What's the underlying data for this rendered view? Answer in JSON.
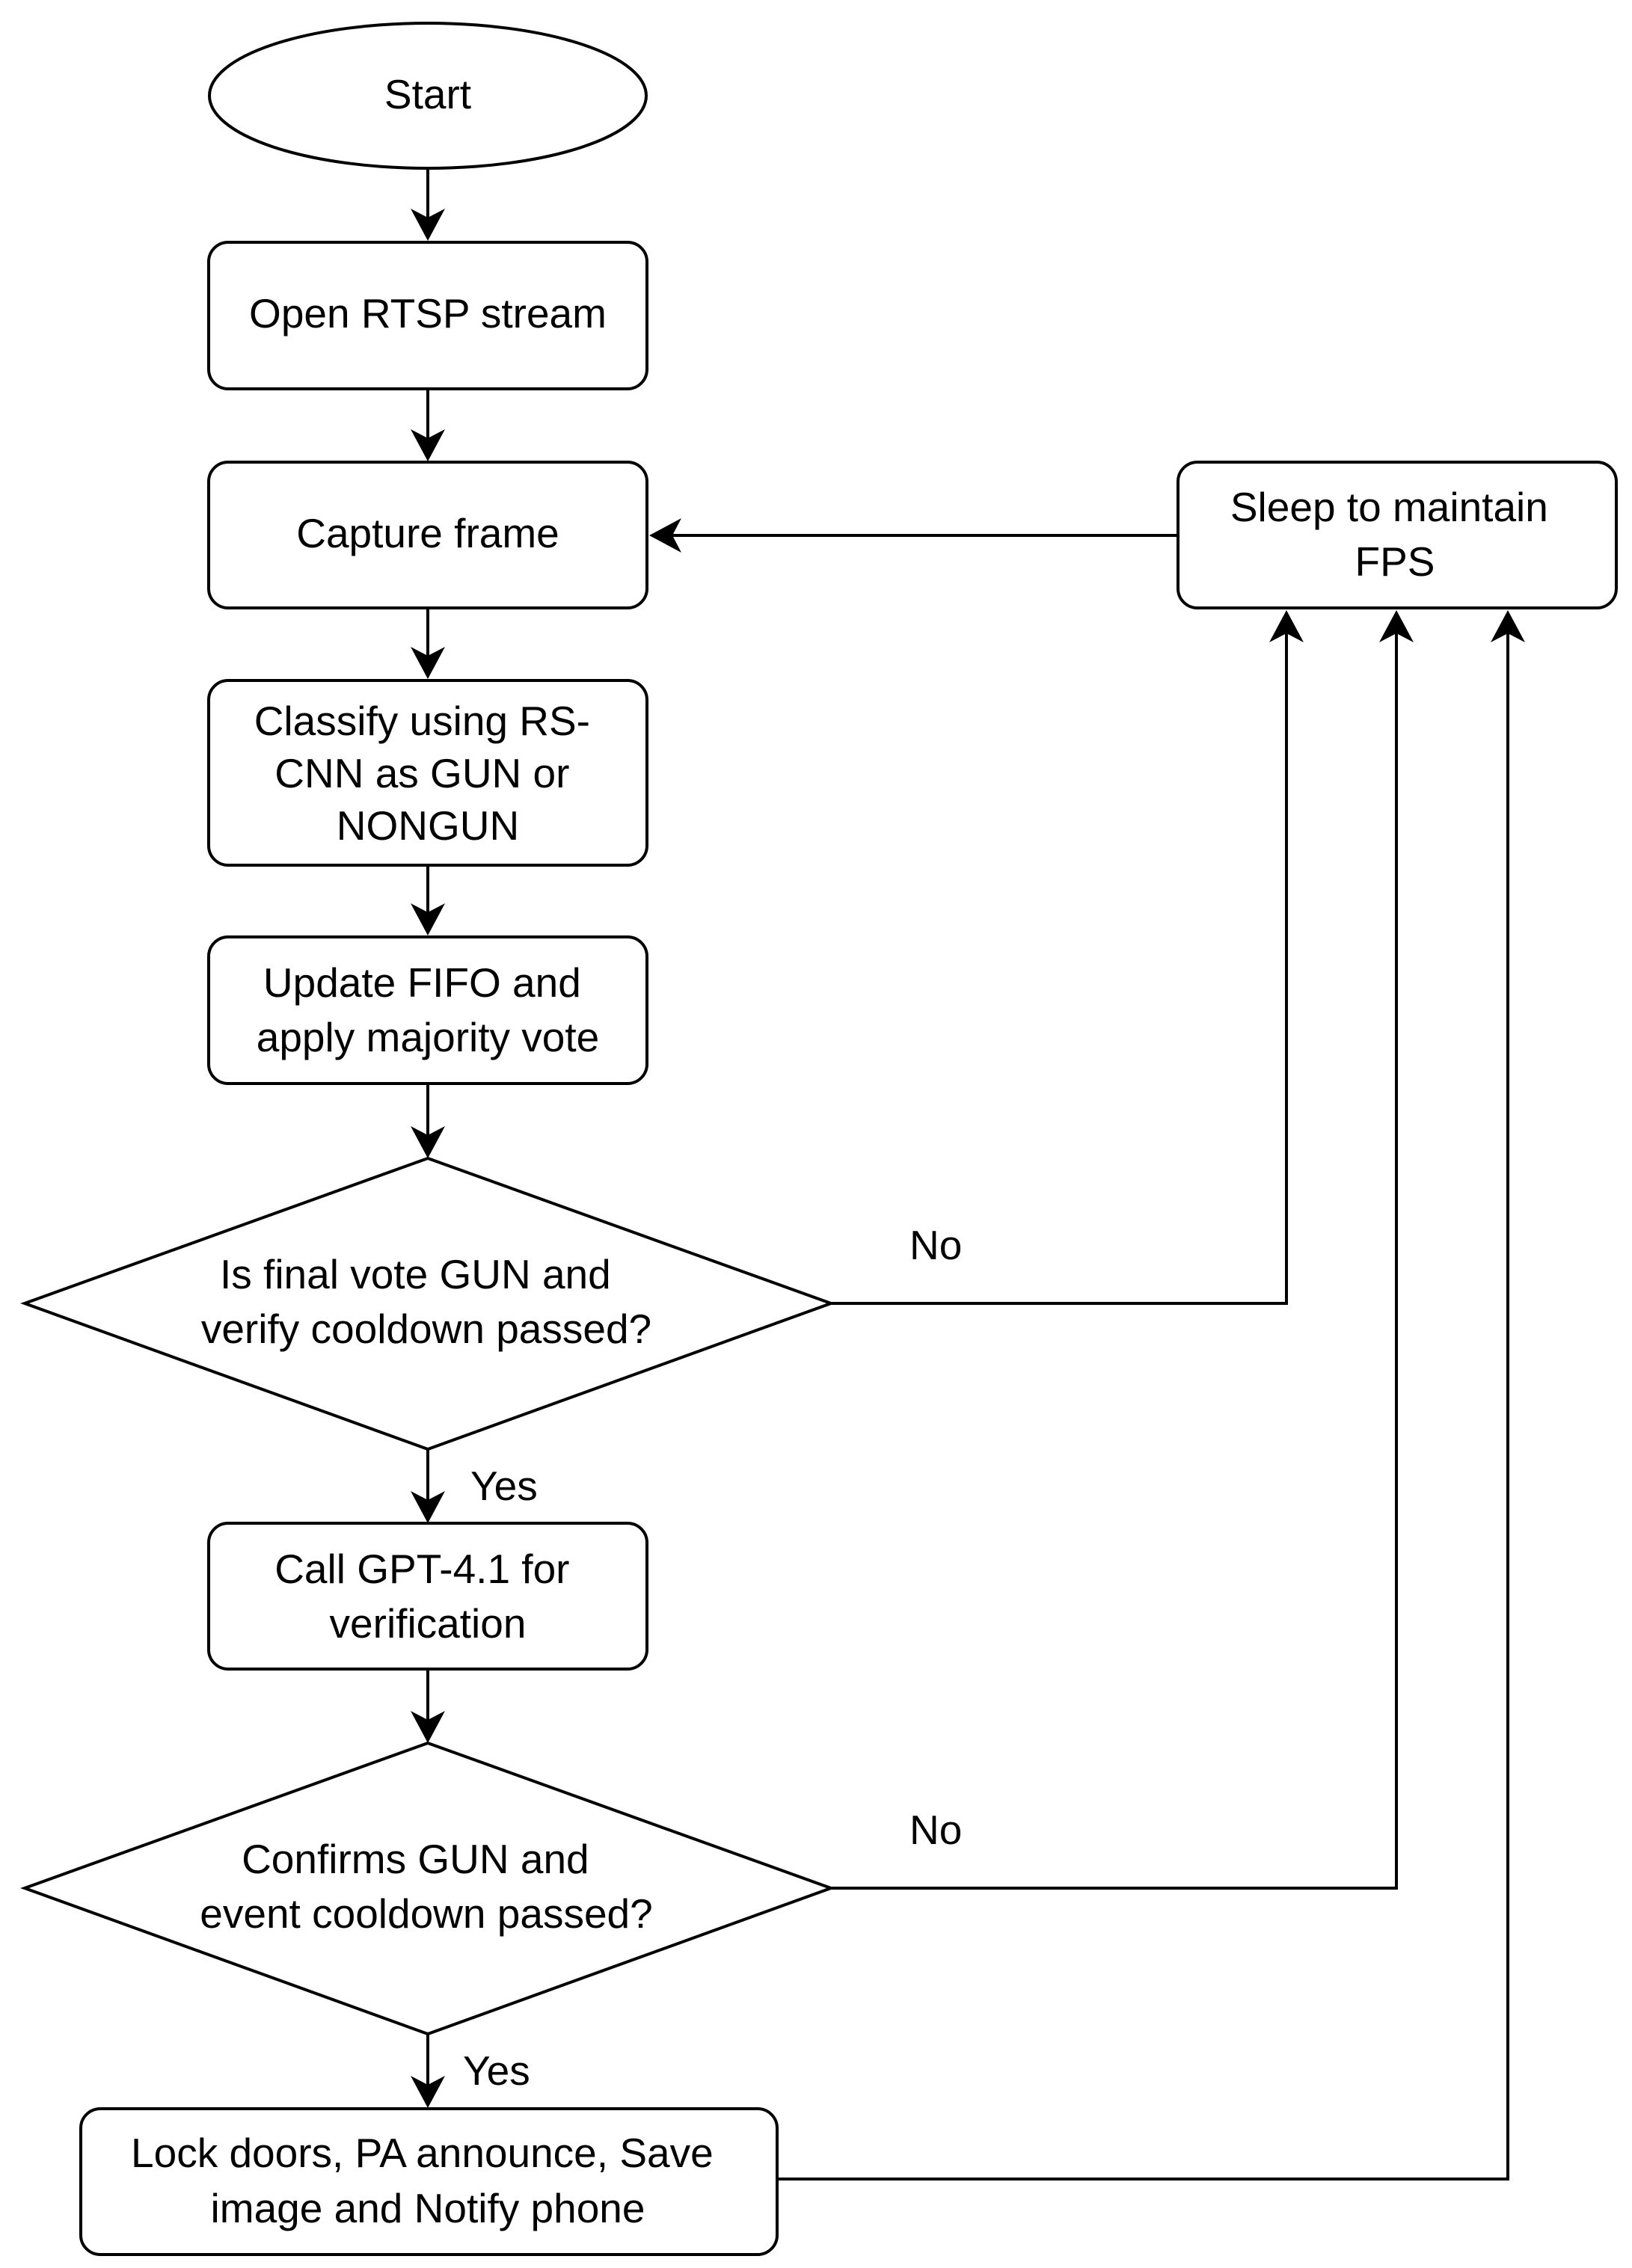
{
  "nodes": {
    "start": {
      "lines": [
        "Start"
      ]
    },
    "open_stream": {
      "lines": [
        "Open RTSP stream"
      ]
    },
    "capture_frame": {
      "lines": [
        "Capture frame"
      ]
    },
    "classify": {
      "lines": [
        "Classify using RS-",
        "CNN as GUN or",
        "NONGUN"
      ]
    },
    "update_fifo": {
      "lines": [
        "Update FIFO and",
        "apply majority vote"
      ]
    },
    "decision_vote": {
      "lines": [
        "Is final vote GUN and",
        "verify cooldown passed?"
      ]
    },
    "call_gpt": {
      "lines": [
        "Call GPT-4.1 for",
        "verification"
      ]
    },
    "decision_confirm": {
      "lines": [
        "Confirms GUN and",
        "event cooldown passed?"
      ]
    },
    "actions": {
      "lines": [
        "Lock doors, PA announce, Save",
        "image and Notify phone"
      ]
    },
    "sleep": {
      "lines": [
        "Sleep to maintain",
        "FPS"
      ]
    }
  },
  "edge_labels": {
    "vote_no": "No",
    "vote_yes": "Yes",
    "confirm_no": "No",
    "confirm_yes": "Yes"
  }
}
